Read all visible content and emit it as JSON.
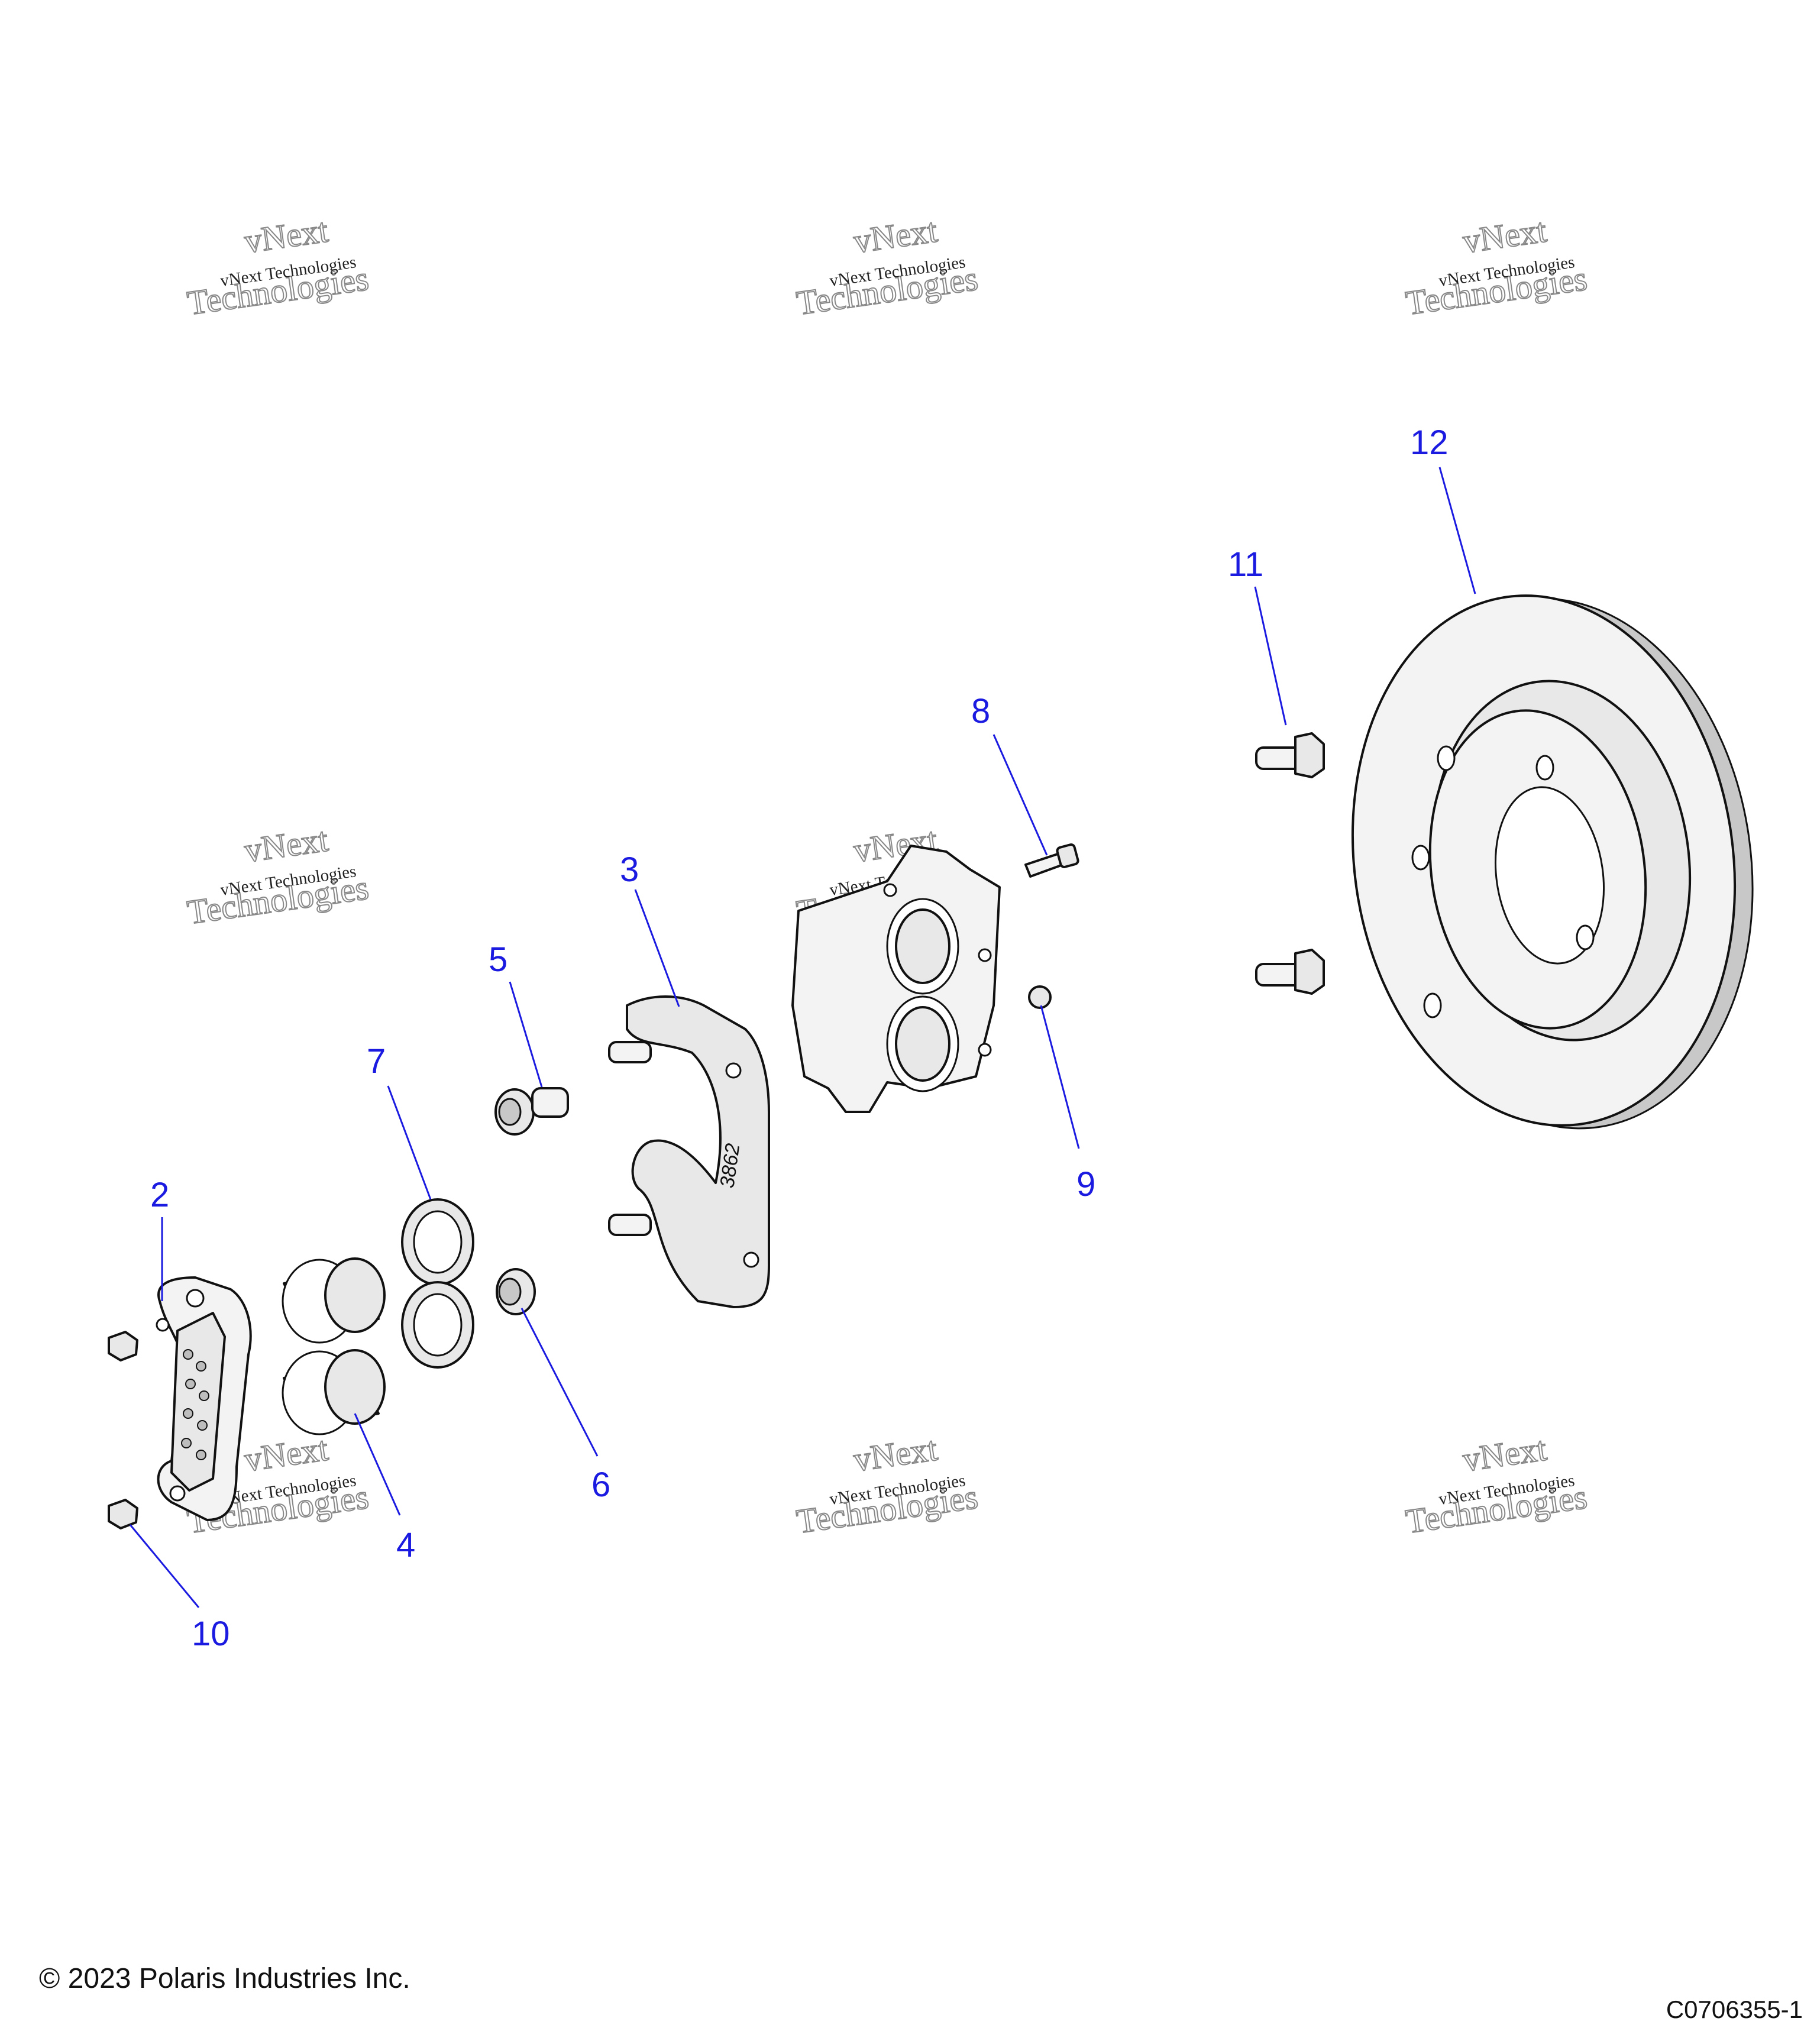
{
  "diagram": {
    "callouts": [
      "2",
      "3",
      "4",
      "5",
      "6",
      "7",
      "8",
      "9",
      "10",
      "11",
      "12"
    ],
    "rotor_stamp": "3862",
    "watermark": {
      "line1": "vNext Technologies",
      "line2": "Technologies",
      "top": "vNext"
    }
  },
  "footer": {
    "copyright": "© 2023 Polaris Industries Inc.",
    "figure_id": "C0706355-1"
  }
}
